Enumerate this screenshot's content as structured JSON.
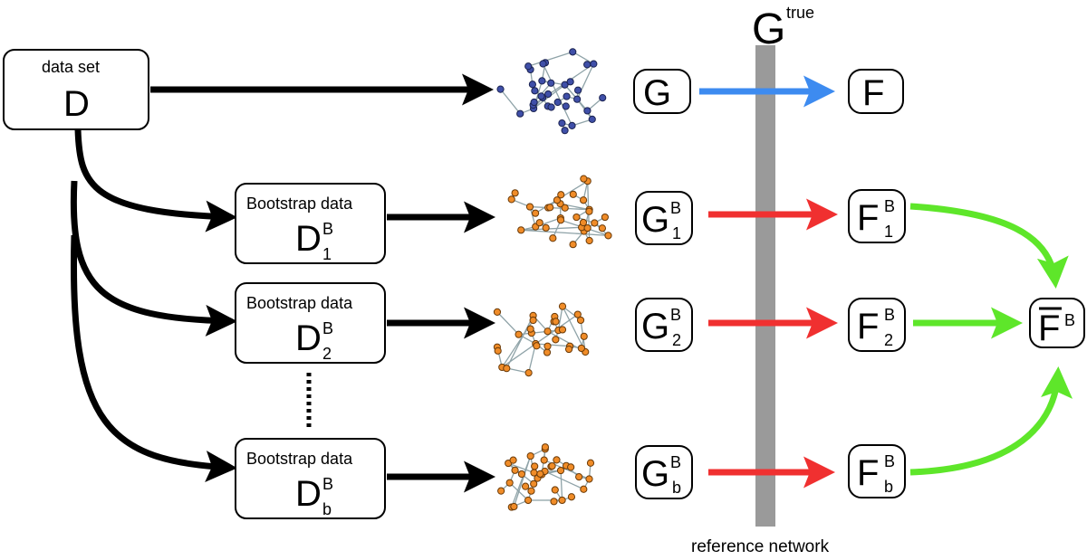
{
  "colors": {
    "black_arrow": "#000000",
    "blue_arrow": "#3d8bf0",
    "red_arrow": "#f03030",
    "green_arrow": "#5ee62a",
    "reference_bar": "#9a9a9a",
    "blue_node": "#3f4fa8",
    "orange_node": "#f08c28"
  },
  "data_set": {
    "caption": "data set",
    "symbol": "D"
  },
  "bootstrap": [
    {
      "caption": "Bootstrap data",
      "symbol": "D",
      "sup": "B",
      "sub": "1"
    },
    {
      "caption": "Bootstrap data",
      "symbol": "D",
      "sup": "B",
      "sub": "2"
    },
    {
      "caption": "Bootstrap data",
      "symbol": "D",
      "sup": "B",
      "sub": "b"
    }
  ],
  "graph_original": {
    "symbol": "G"
  },
  "graphs_bootstrap": [
    {
      "symbol": "G",
      "sup": "B",
      "sub": "1"
    },
    {
      "symbol": "G",
      "sup": "B",
      "sub": "2"
    },
    {
      "symbol": "G",
      "sup": "B",
      "sub": "b"
    }
  ],
  "reference": {
    "symbol": "G",
    "sup": "true",
    "caption": "reference network"
  },
  "measure_original": {
    "symbol": "F"
  },
  "measures_bootstrap": [
    {
      "symbol": "F",
      "sup": "B",
      "sub": "1"
    },
    {
      "symbol": "F",
      "sup": "B",
      "sub": "2"
    },
    {
      "symbol": "F",
      "sup": "B",
      "sub": "b"
    }
  ],
  "aggregate": {
    "symbol": "F",
    "sup": "B"
  }
}
